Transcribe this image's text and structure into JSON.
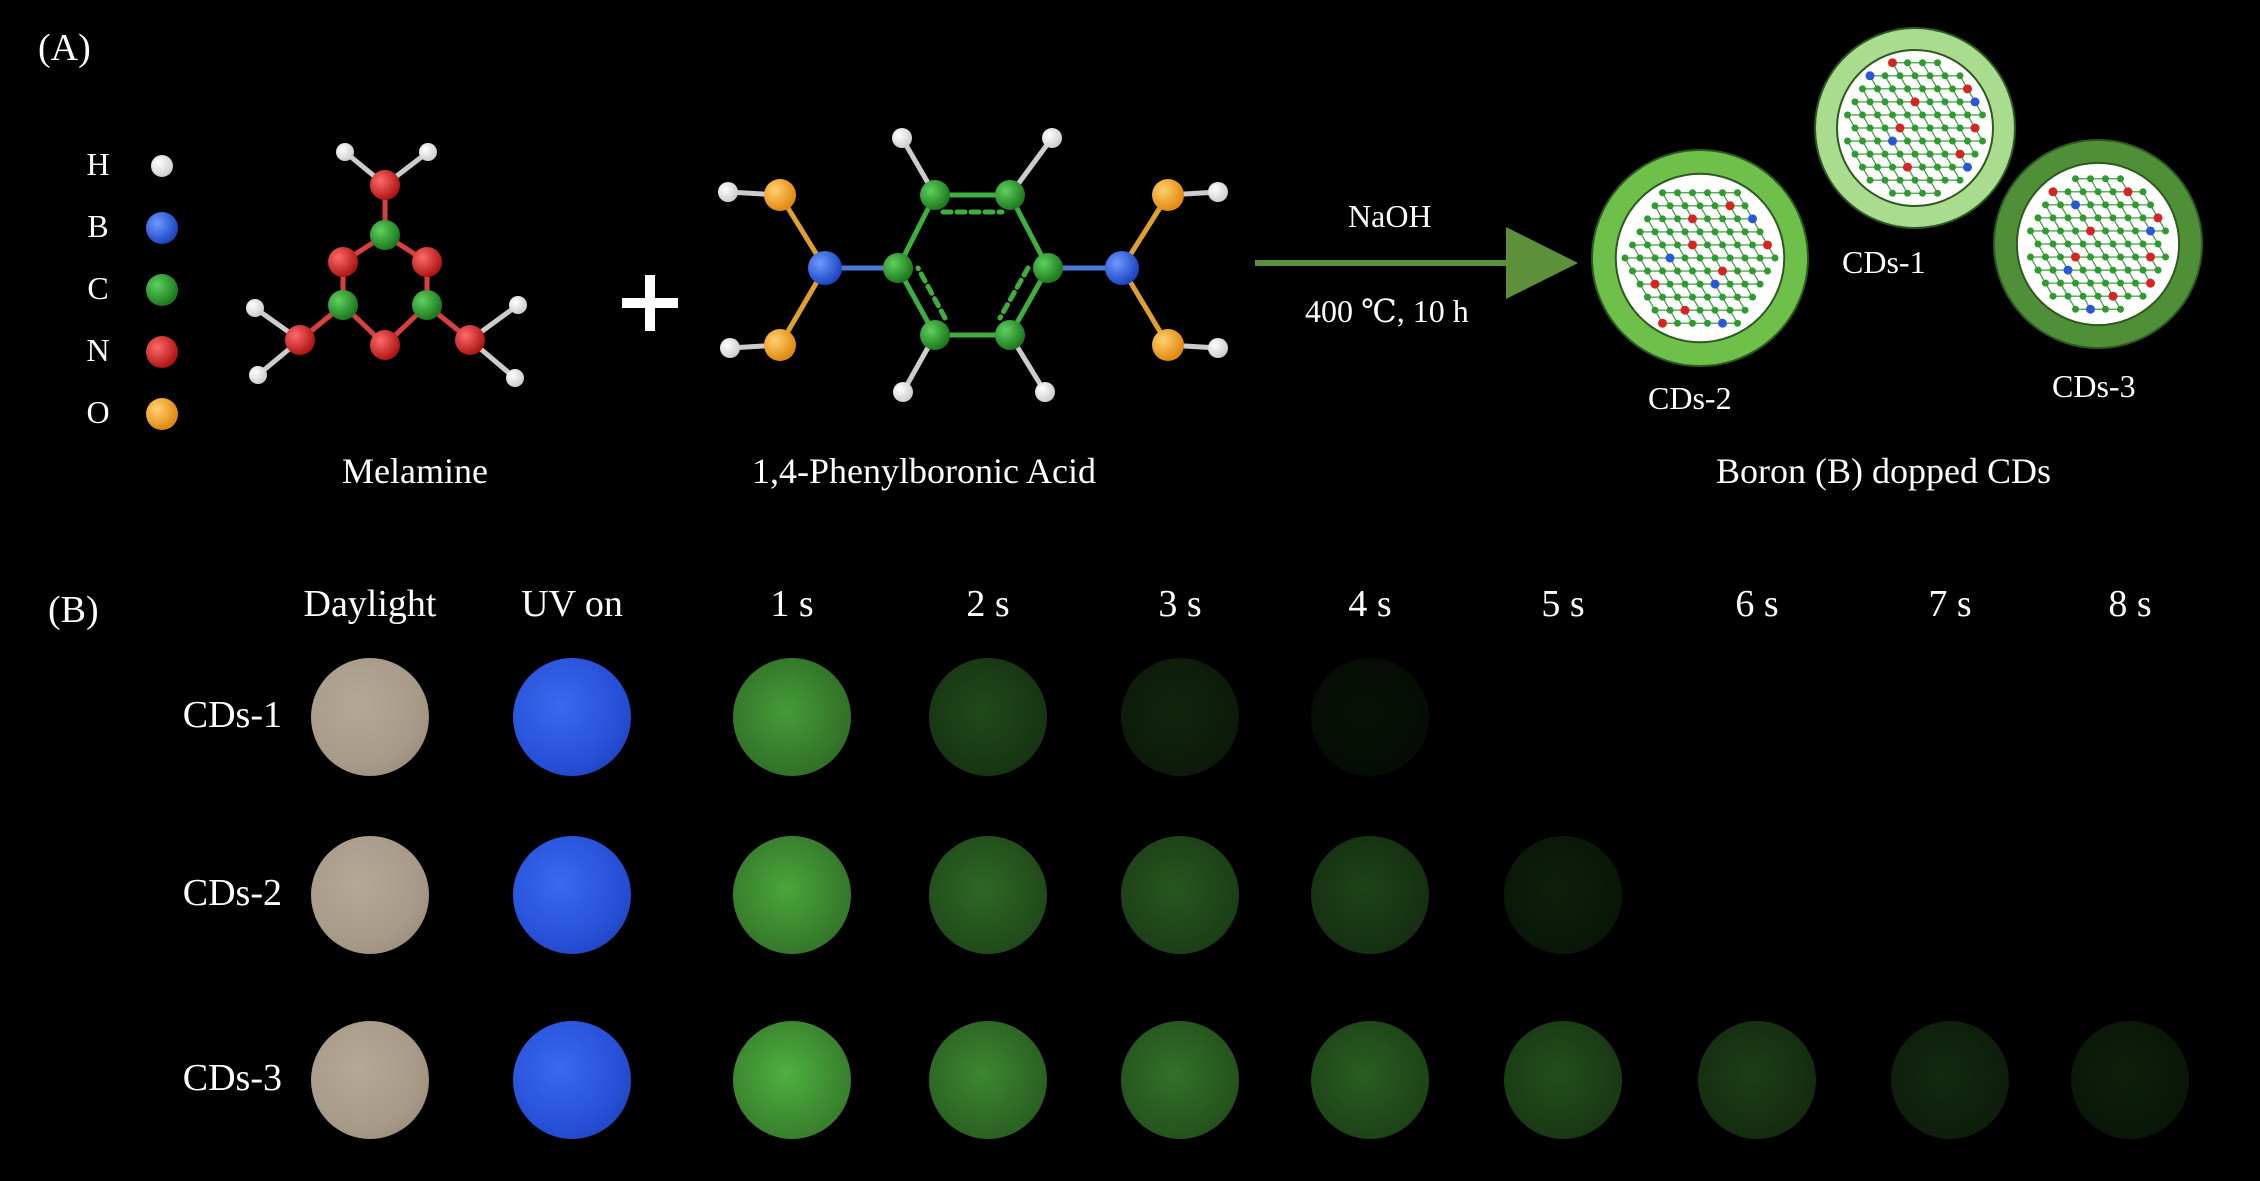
{
  "panel_a": {
    "label": "(A)",
    "legend": [
      {
        "letter": "H",
        "color": "#ffffff"
      },
      {
        "letter": "B",
        "color": "#2f63e0"
      },
      {
        "letter": "C",
        "color": "#2e9a2e"
      },
      {
        "letter": "N",
        "color": "#e02a2a"
      },
      {
        "letter": "O",
        "color": "#f5a623"
      }
    ],
    "melamine": "Melamine",
    "plus": "+",
    "acid": "1,4-Phenylboronic  Acid",
    "reagent": "NaOH",
    "conditions": "400 ℃, 10 h",
    "dots": [
      {
        "label": "CDs-1"
      },
      {
        "label": "CDs-2"
      },
      {
        "label": "CDs-3"
      }
    ],
    "product": "Boron  (B)  dopped  CDs"
  },
  "panel_b": {
    "label": "(B)",
    "columns": [
      "Daylight",
      "UV on",
      "1 s",
      "2 s",
      "3 s",
      "4 s",
      "5 s",
      "6 s",
      "7 s",
      "8 s"
    ],
    "rows": [
      {
        "name": "CDs-1",
        "afterglow_brightness": [
          0.75,
          0.35,
          0.18,
          0.08,
          0,
          0,
          0,
          0
        ]
      },
      {
        "name": "CDs-2",
        "afterglow_brightness": [
          0.8,
          0.5,
          0.42,
          0.32,
          0.15,
          0,
          0,
          0
        ]
      },
      {
        "name": "CDs-3",
        "afterglow_brightness": [
          0.85,
          0.65,
          0.55,
          0.45,
          0.38,
          0.3,
          0.2,
          0.15
        ]
      }
    ],
    "colors": {
      "daylight": "#a89a88",
      "uv": "#2750d8",
      "afterglow": "#5cd04a"
    }
  }
}
